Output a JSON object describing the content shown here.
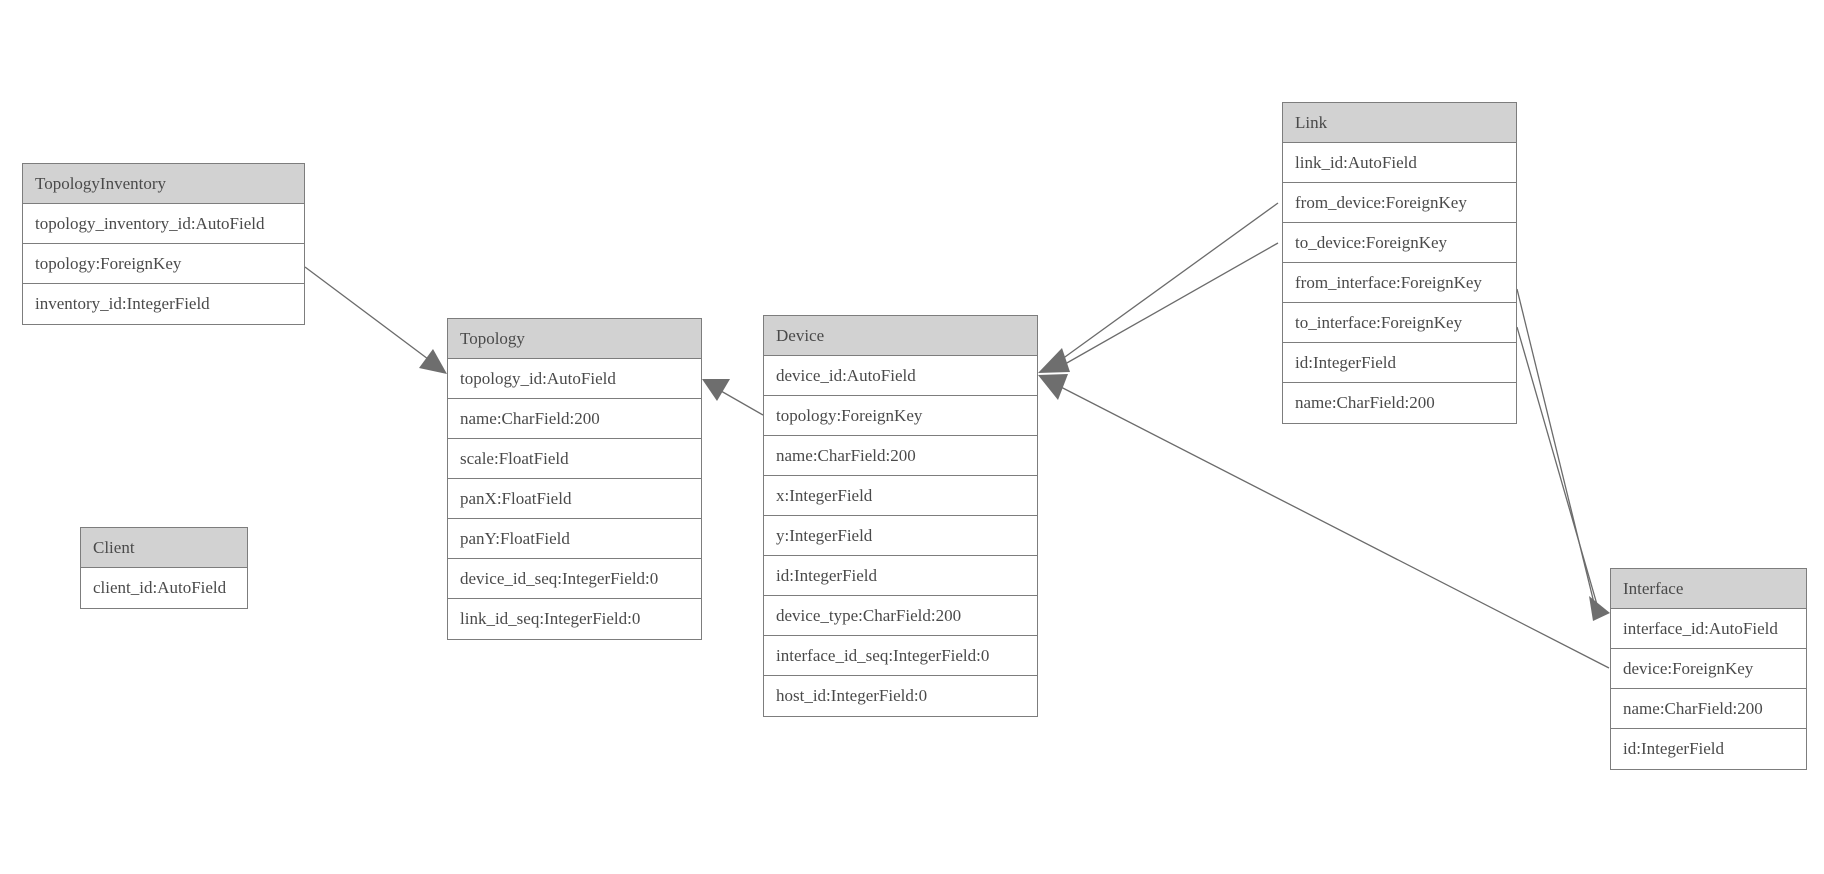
{
  "diagram": {
    "type": "entity-relationship-model-graph",
    "colors": {
      "background": "#ffffff",
      "header_fill": "#d2d2d2",
      "table_border": "#7d7d7d",
      "text": "#4a4a4a",
      "edge": "#6b6b6b",
      "arrowhead_fill": "#6e6e6e"
    },
    "tables": {
      "topology_inventory": {
        "title": "TopologyInventory",
        "fields": [
          "topology_inventory_id:AutoField",
          "topology:ForeignKey",
          "inventory_id:IntegerField"
        ]
      },
      "topology": {
        "title": "Topology",
        "fields": [
          "topology_id:AutoField",
          "name:CharField:200",
          "scale:FloatField",
          "panX:FloatField",
          "panY:FloatField",
          "device_id_seq:IntegerField:0",
          "link_id_seq:IntegerField:0"
        ]
      },
      "client": {
        "title": "Client",
        "fields": [
          "client_id:AutoField"
        ]
      },
      "device": {
        "title": "Device",
        "fields": [
          "device_id:AutoField",
          "topology:ForeignKey",
          "name:CharField:200",
          "x:IntegerField",
          "y:IntegerField",
          "id:IntegerField",
          "device_type:CharField:200",
          "interface_id_seq:IntegerField:0",
          "host_id:IntegerField:0"
        ]
      },
      "link": {
        "title": "Link",
        "fields": [
          "link_id:AutoField",
          "from_device:ForeignKey",
          "to_device:ForeignKey",
          "from_interface:ForeignKey",
          "to_interface:ForeignKey",
          "id:IntegerField",
          "name:CharField:200"
        ]
      },
      "interface": {
        "title": "Interface",
        "fields": [
          "interface_id:AutoField",
          "device:ForeignKey",
          "name:CharField:200",
          "id:IntegerField"
        ]
      }
    },
    "edges": [
      {
        "from": "TopologyInventory.topology",
        "to": "Topology"
      },
      {
        "from": "Device.topology",
        "to": "Topology"
      },
      {
        "from": "Link.from_device",
        "to": "Device"
      },
      {
        "from": "Link.to_device",
        "to": "Device"
      },
      {
        "from": "Interface.device",
        "to": "Device"
      },
      {
        "from": "Link.from_interface",
        "to": "Interface"
      },
      {
        "from": "Link.to_interface",
        "to": "Interface"
      }
    ]
  }
}
